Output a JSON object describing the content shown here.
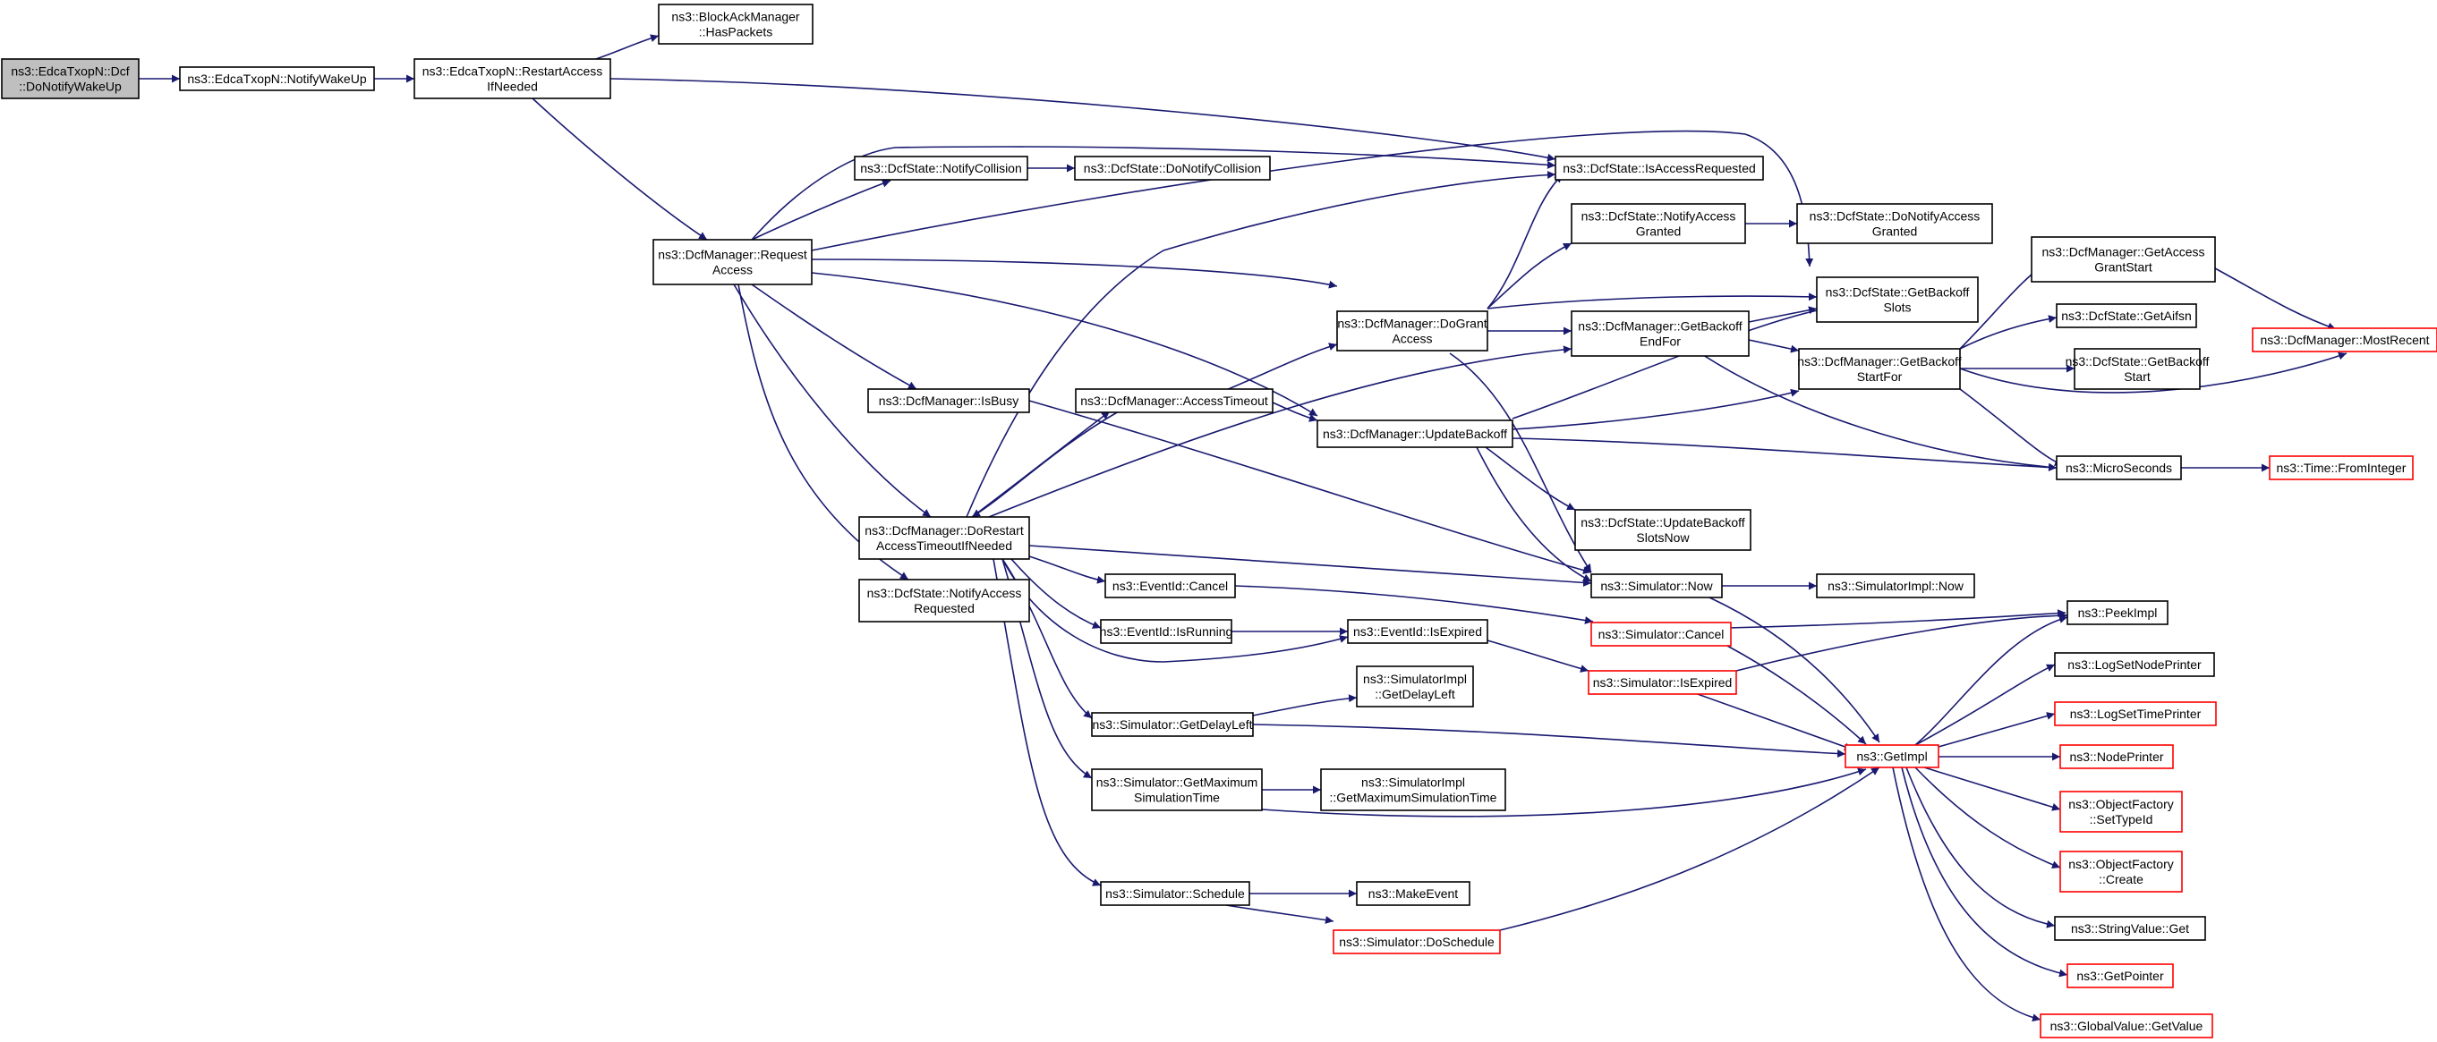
{
  "colors": {
    "edge": "#191970",
    "node_border": "#000000",
    "truncated_border": "#ff0000",
    "root_fill": "#bfbfbf"
  },
  "nodes": {
    "n0": {
      "lines": [
        "ns3::EdcaTxopN::Dcf",
        "::DoNotifyWakeUp"
      ]
    },
    "n1": {
      "lines": [
        "ns3::EdcaTxopN::NotifyWakeUp"
      ]
    },
    "n2": {
      "lines": [
        "ns3::EdcaTxopN::RestartAccess",
        "IfNeeded"
      ]
    },
    "n3": {
      "lines": [
        "ns3::BlockAckManager",
        "::HasPackets"
      ]
    },
    "n4": {
      "lines": [
        "ns3::DcfManager::Request",
        "Access"
      ]
    },
    "n5": {
      "lines": [
        "ns3::DcfState::IsAccessRequested"
      ]
    },
    "n6": {
      "lines": [
        "ns3::DcfState::NotifyCollision"
      ]
    },
    "n7": {
      "lines": [
        "ns3::DcfState::DoNotifyCollision"
      ]
    },
    "n8": {
      "lines": [
        "ns3::DcfState::NotifyAccess",
        "Granted"
      ]
    },
    "n9": {
      "lines": [
        "ns3::DcfState::DoNotifyAccess",
        "Granted"
      ]
    },
    "n10": {
      "lines": [
        "ns3::DcfManager::DoGrant",
        "Access"
      ]
    },
    "n11": {
      "lines": [
        "ns3::DcfState::GetBackoff",
        "Slots"
      ]
    },
    "n12": {
      "lines": [
        "ns3::DcfManager::GetAccess",
        "GrantStart"
      ]
    },
    "n13": {
      "lines": [
        "ns3::DcfManager::MostRecent"
      ]
    },
    "n14": {
      "lines": [
        "ns3::DcfManager::GetBackoff",
        "EndFor"
      ]
    },
    "n15": {
      "lines": [
        "ns3::DcfState::GetAifsn"
      ]
    },
    "n16": {
      "lines": [
        "ns3::DcfManager::GetBackoff",
        "StartFor"
      ]
    },
    "n17": {
      "lines": [
        "ns3::DcfState::GetBackoff",
        "Start"
      ]
    },
    "n18": {
      "lines": [
        "ns3::DcfManager::IsBusy"
      ]
    },
    "n19": {
      "lines": [
        "ns3::DcfManager::AccessTimeout"
      ]
    },
    "n20": {
      "lines": [
        "ns3::DcfManager::UpdateBackoff"
      ]
    },
    "n21": {
      "lines": [
        "ns3::MicroSeconds"
      ]
    },
    "n22": {
      "lines": [
        "ns3::Time::FromInteger"
      ]
    },
    "n23": {
      "lines": [
        "ns3::DcfState::UpdateBackoff",
        "SlotsNow"
      ]
    },
    "n24": {
      "lines": [
        "ns3::DcfManager::DoRestart",
        "AccessTimeoutIfNeeded"
      ]
    },
    "n25": {
      "lines": [
        "ns3::DcfState::NotifyAccess",
        "Requested"
      ]
    },
    "n26": {
      "lines": [
        "ns3::Simulator::Now"
      ]
    },
    "n27": {
      "lines": [
        "ns3::SimulatorImpl::Now"
      ]
    },
    "n28": {
      "lines": [
        "ns3::EventId::Cancel"
      ]
    },
    "n29": {
      "lines": [
        "ns3::Simulator::Cancel"
      ]
    },
    "n30": {
      "lines": [
        "ns3::PeekImpl"
      ]
    },
    "n31": {
      "lines": [
        "ns3::EventId::IsRunning"
      ]
    },
    "n32": {
      "lines": [
        "ns3::EventId::IsExpired"
      ]
    },
    "n33": {
      "lines": [
        "ns3::Simulator::IsExpired"
      ]
    },
    "n34": {
      "lines": [
        "ns3::LogSetNodePrinter"
      ]
    },
    "n35": {
      "lines": [
        "ns3::SimulatorImpl",
        "::GetDelayLeft"
      ]
    },
    "n36": {
      "lines": [
        "ns3::LogSetTimePrinter"
      ]
    },
    "n37": {
      "lines": [
        "ns3::Simulator::GetDelayLeft"
      ]
    },
    "n38": {
      "lines": [
        "ns3::GetImpl"
      ]
    },
    "n39": {
      "lines": [
        "ns3::NodePrinter"
      ]
    },
    "n40": {
      "lines": [
        "ns3::Simulator::GetMaximum",
        "SimulationTime"
      ]
    },
    "n41": {
      "lines": [
        "ns3::SimulatorImpl",
        "::GetMaximumSimulationTime"
      ]
    },
    "n42": {
      "lines": [
        "ns3::ObjectFactory",
        "::SetTypeId"
      ]
    },
    "n43": {
      "lines": [
        "ns3::ObjectFactory",
        "::Create"
      ]
    },
    "n44": {
      "lines": [
        "ns3::Simulator::Schedule"
      ]
    },
    "n45": {
      "lines": [
        "ns3::MakeEvent"
      ]
    },
    "n46": {
      "lines": [
        "ns3::Simulator::DoSchedule"
      ]
    },
    "n47": {
      "lines": [
        "ns3::StringValue::Get"
      ]
    },
    "n48": {
      "lines": [
        "ns3::GetPointer"
      ]
    },
    "n49": {
      "lines": [
        "ns3::GlobalValue::GetValue"
      ]
    }
  }
}
